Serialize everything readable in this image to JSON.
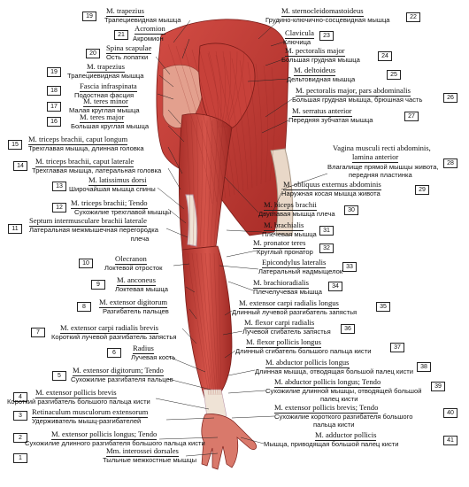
{
  "labels": [
    {
      "n": "1",
      "lat": "Mm. interossei dorsales",
      "ru": "Тыльные межкостные мышцы"
    },
    {
      "n": "2",
      "lat": "M. extensor pollicis longus; Tendo",
      "ru": "Сухожилие длинного разгибателя большого пальца кисти"
    },
    {
      "n": "3",
      "lat": "Retinaculum musculorum extensorum",
      "ru": "Удерживатель мышц-разгибателей"
    },
    {
      "n": "4",
      "lat": "M. extensor pollicis brevis",
      "ru": "Короткий разгибатель большого пальца кисти"
    },
    {
      "n": "5",
      "lat": "M. extensor digitorum; Tendo",
      "ru": "Сухожилие разгибателя пальцев"
    },
    {
      "n": "6",
      "lat": "Radius",
      "ru": "Лучевая кость"
    },
    {
      "n": "7",
      "lat": "M. extensor carpi radialis brevis",
      "ru": "Короткий лучевой разгибатель запястья"
    },
    {
      "n": "8",
      "lat": "M. extensor digitorum",
      "ru": "Разгибатель пальцев"
    },
    {
      "n": "9",
      "lat": "M. anconeus",
      "ru": "Локтевая мышца"
    },
    {
      "n": "10",
      "lat": "Olecranon",
      "ru": "Локтевой отросток"
    },
    {
      "n": "11",
      "lat": "Septum intermusculare brachii laterale",
      "ru": "Латеральная межмышечная перегородка",
      "ru2": "плеча"
    },
    {
      "n": "12",
      "lat": "M. triceps brachii; Tendo",
      "ru": "Сухожилие трехглавой мышцы"
    },
    {
      "n": "13",
      "lat": "M. latissimus dorsi",
      "ru": "Широчайшая мышца спины"
    },
    {
      "n": "14",
      "lat": "M. triceps brachii, caput laterale",
      "ru": "Трехглавая мышца, латеральная головка"
    },
    {
      "n": "15",
      "lat": "M. triceps brachii, caput longum",
      "ru": "Трехглавая мышца, длинная головка"
    },
    {
      "n": "16",
      "lat": "M. teres major",
      "ru": "Большая круглая мышца"
    },
    {
      "n": "17",
      "lat": "M. teres minor",
      "ru": "Малая круглая мышца"
    },
    {
      "n": "18",
      "lat": "Fascia infraspinata",
      "ru": "Подостная фасция"
    },
    {
      "n": "19",
      "lat": "M. trapezius",
      "ru": "Трапециевидная мышца"
    },
    {
      "n": "20",
      "lat": "Spina scapulae",
      "ru": "Ость лопатки"
    },
    {
      "n": "21",
      "lat": "Acromion",
      "ru": "Акромион"
    },
    {
      "n": "19",
      "lat": "M. trapezius",
      "ru": "Трапециевидная мышца"
    },
    {
      "n": "22",
      "lat": "M. sternocleidomastoideus",
      "ru": "Грудино-ключично-сосцевидная мышца"
    },
    {
      "n": "23",
      "lat": "Clavicula",
      "ru": "Ключица"
    },
    {
      "n": "24",
      "lat": "M. pectoralis major",
      "ru": "Большая грудная мышца"
    },
    {
      "n": "25",
      "lat": "M. deltoideus",
      "ru": "Дельтовидная мышца"
    },
    {
      "n": "26",
      "lat": "M. pectoralis major, pars abdominalis",
      "ru": "Большая грудная мышца, брюшная часть"
    },
    {
      "n": "27",
      "lat": "M. serratus anterior",
      "ru": "Передняя зубчатая мышца"
    },
    {
      "n": "28",
      "lat": "Vagina musculi recti abdominis,",
      "lat2": "lamina anterior",
      "ru": "Влагалище прямой мышцы живота,",
      "ru2": "передняя пластинка"
    },
    {
      "n": "29",
      "lat": "M. obliquus externus abdominis",
      "ru": "Наружная косая мышца живота"
    },
    {
      "n": "30",
      "lat": "M. biceps brachii",
      "ru": "Двуглавая мышца плеча"
    },
    {
      "n": "31",
      "lat": "M. brachialis",
      "ru": "Плечевая мышца"
    },
    {
      "n": "32",
      "lat": "M. pronator teres",
      "ru": "Круглый пронатор"
    },
    {
      "n": "33",
      "lat": "Epicondylus lateralis",
      "ru": "Латеральный надмыщелок"
    },
    {
      "n": "34",
      "lat": "M. brachioradialis",
      "ru": "Плечелучевая мышца"
    },
    {
      "n": "35",
      "lat": "M. extensor carpi radialis longus",
      "ru": "Длинный лучевой разгибатель запястья"
    },
    {
      "n": "36",
      "lat": "M. flexor carpi radialis",
      "ru": "Лучевой сгибатель запястья"
    },
    {
      "n": "37",
      "lat": "M. flexor pollicis longus",
      "ru": "Длинный сгибатель большого пальца кисти"
    },
    {
      "n": "38",
      "lat": "M. abductor pollicis longus",
      "ru": "Длинная мышца, отводящая большой палец кисти"
    },
    {
      "n": "39",
      "lat": "M. abductor pollicis longus; Tendo",
      "ru": "Сухожилие длинной мышцы, отводящей большой",
      "ru2": "палец кисти"
    },
    {
      "n": "40",
      "lat": "M. extensor pollicis brevis; Tendo",
      "ru": "Сухожилие короткого разгибателя большого",
      "ru2": "пальца кисти"
    },
    {
      "n": "41",
      "lat": "M. adductor pollicis",
      "ru": "Мышца, приводящая большой палец кисти"
    }
  ],
  "colors": {
    "muscle": "#c23a33",
    "muscle_dark": "#8e221f",
    "muscle_light": "#e07a6c",
    "tendon": "#efe3d6",
    "skin": "#f3d2be",
    "line": "#222222"
  }
}
